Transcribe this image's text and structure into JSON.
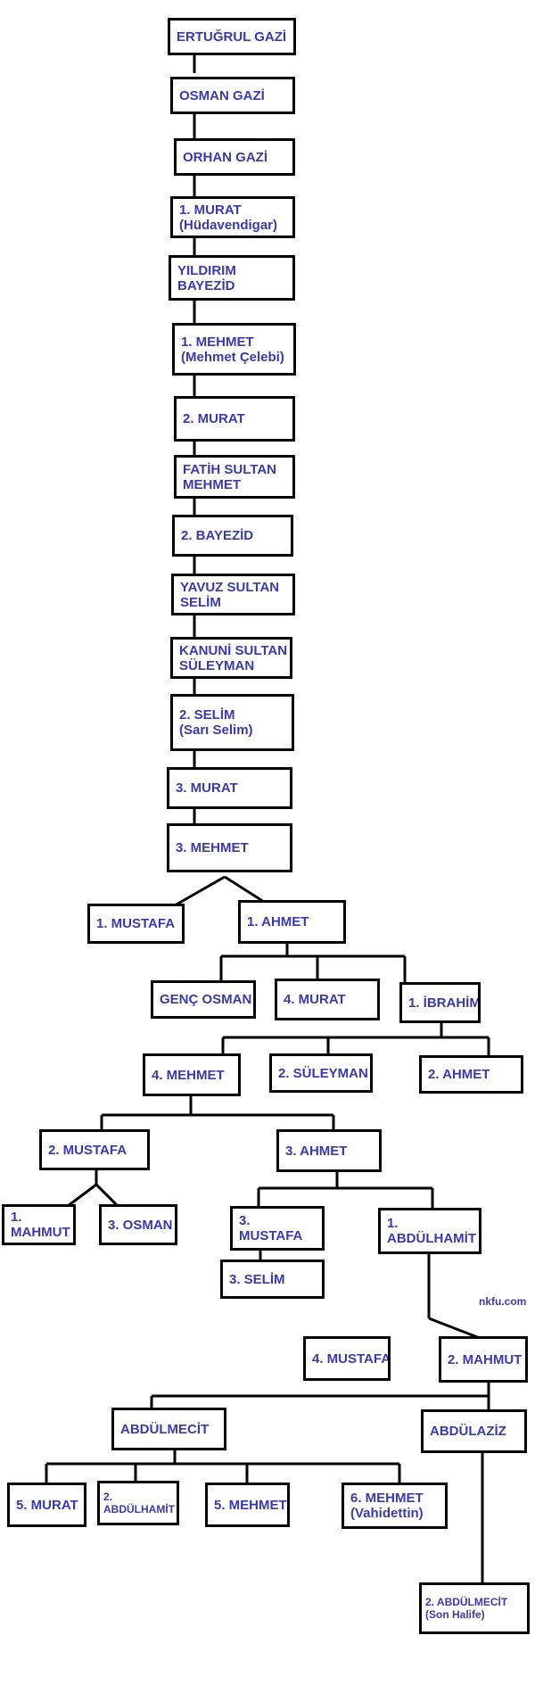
{
  "nodes": {
    "ertugrul": {
      "line1": "ERTUĞRUL GAZİ",
      "line2": ""
    },
    "osman": {
      "line1": "OSMAN GAZİ",
      "line2": ""
    },
    "orhan": {
      "line1": "ORHAN GAZİ",
      "line2": ""
    },
    "murat1": {
      "line1": "1. MURAT",
      "line2": "(Hüdavendigar)"
    },
    "yildirim": {
      "line1": "YILDIRIM",
      "line2": "BAYEZİD"
    },
    "mehmet1": {
      "line1": "1. MEHMET",
      "line2": "(Mehmet Çelebi)"
    },
    "murat2": {
      "line1": "2. MURAT",
      "line2": ""
    },
    "fatih": {
      "line1": "FATİH SULTAN",
      "line2": "MEHMET"
    },
    "bayezid2": {
      "line1": "2. BAYEZİD",
      "line2": ""
    },
    "yavuz": {
      "line1": "YAVUZ SULTAN",
      "line2": "SELİM"
    },
    "kanuni": {
      "line1": "KANUNİ SULTAN",
      "line2": "SÜLEYMAN"
    },
    "selim2": {
      "line1": "2. SELİM",
      "line2": "(Sarı Selim)"
    },
    "murat3": {
      "line1": "3. MURAT",
      "line2": ""
    },
    "mehmet3": {
      "line1": "3. MEHMET",
      "line2": ""
    },
    "mustafa1": {
      "line1": "1. MUSTAFA",
      "line2": ""
    },
    "ahmet1": {
      "line1": "1. AHMET",
      "line2": ""
    },
    "genc_osman": {
      "line1": "GENÇ OSMAN",
      "line2": ""
    },
    "murat4": {
      "line1": "4. MURAT",
      "line2": ""
    },
    "ibrahim1": {
      "line1": "1. İBRAHİM",
      "line2": ""
    },
    "mehmet4": {
      "line1": "4. MEHMET",
      "line2": ""
    },
    "suleyman2": {
      "line1": "2. SÜLEYMAN",
      "line2": ""
    },
    "ahmet2": {
      "line1": "2. AHMET",
      "line2": ""
    },
    "mustafa2": {
      "line1": "2. MUSTAFA",
      "line2": ""
    },
    "ahmet3": {
      "line1": "3. AHMET",
      "line2": ""
    },
    "mahmut1": {
      "line1": "1.",
      "line2": "MAHMUT"
    },
    "osman3": {
      "line1": "3. OSMAN",
      "line2": ""
    },
    "mustafa3": {
      "line1": "3.",
      "line2": "MUSTAFA"
    },
    "abdulhamit1": {
      "line1": "1.",
      "line2": "ABDÜLHAMİT"
    },
    "selim3": {
      "line1": "3. SELİM",
      "line2": ""
    },
    "mustafa4": {
      "line1": "4. MUSTAFA",
      "line2": ""
    },
    "mahmut2": {
      "line1": "2. MAHMUT",
      "line2": ""
    },
    "abdulmecit": {
      "line1": "ABDÜLMECİT",
      "line2": ""
    },
    "abdulaziz": {
      "line1": "ABDÜLAZİZ",
      "line2": ""
    },
    "murat5": {
      "line1": "5. MURAT",
      "line2": ""
    },
    "abdulhamit2": {
      "line1": "2.",
      "line2": "ABDÜLHAMİT"
    },
    "mehmet5": {
      "line1": "5. MEHMET",
      "line2": ""
    },
    "mehmet6": {
      "line1": "6. MEHMET",
      "line2": "(Vahidettin)"
    },
    "abdulmecit2": {
      "line1": "2. ABDÜLMECİT",
      "line2": "(Son Halife)"
    }
  },
  "watermark": "nkfu.com",
  "colors": {
    "text": "#3a3aa8",
    "line": "#000000",
    "background": "#ffffff"
  }
}
